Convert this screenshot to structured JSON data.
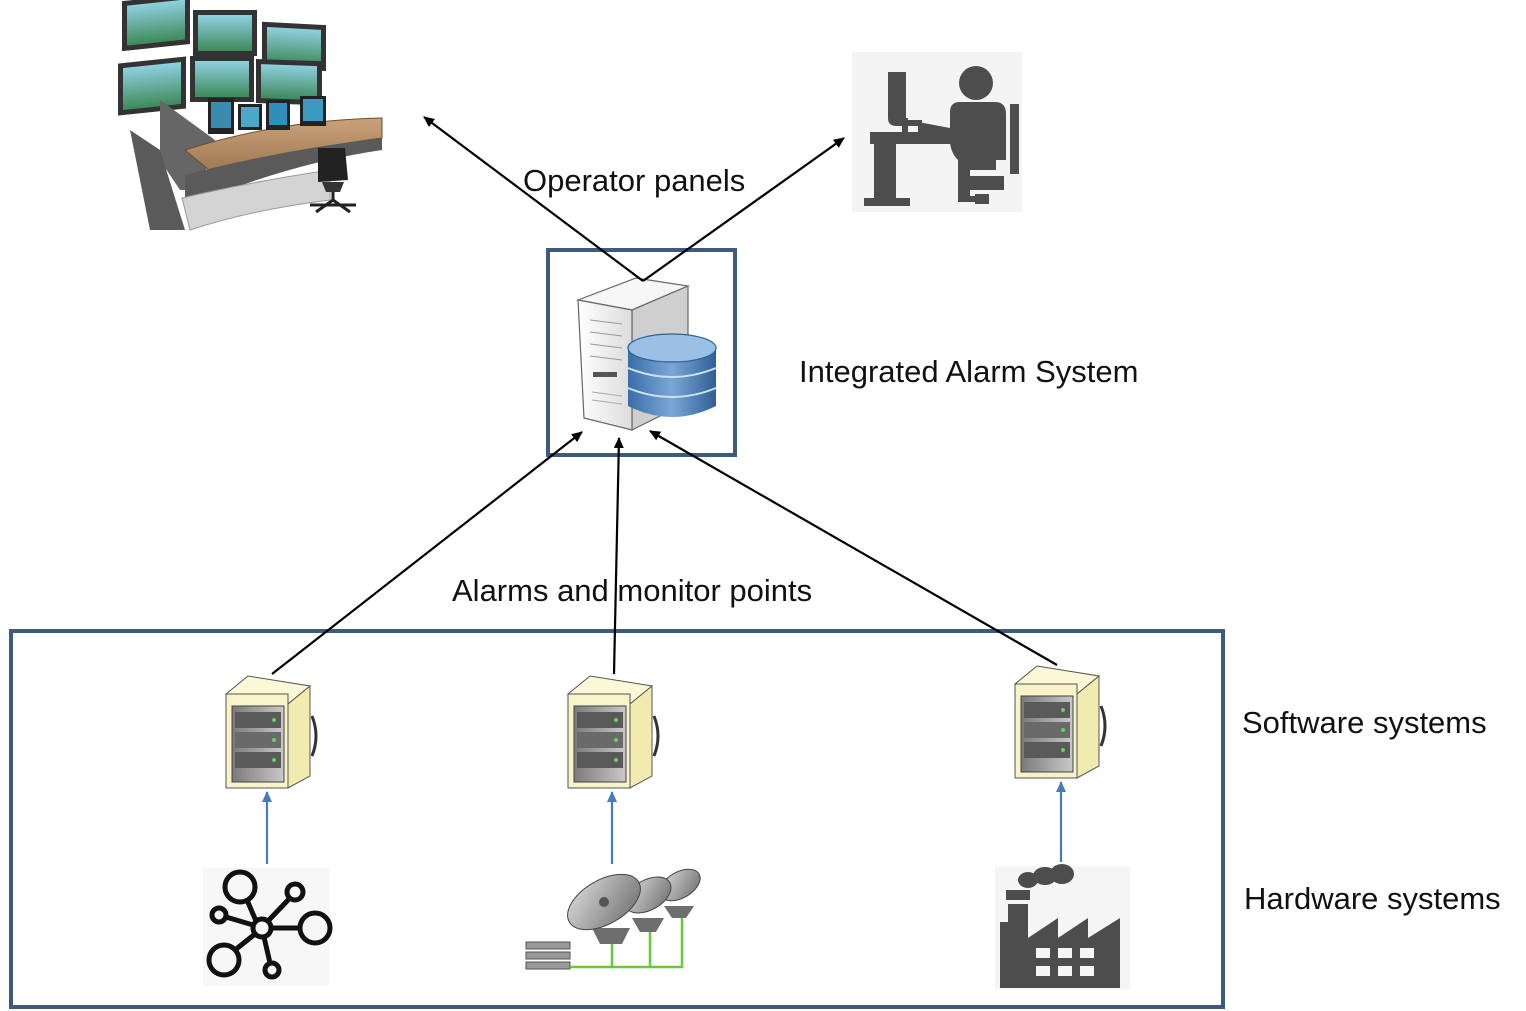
{
  "labels": {
    "operator_panels": "Operator panels",
    "integrated_alarm_system": "Integrated Alarm System",
    "alarms_and_monitor_points": "Alarms and monitor points",
    "software_systems": "Software systems",
    "hardware_systems": "Hardware systems"
  },
  "icons": {
    "control_room": "control-room-console-icon",
    "operator_workstation": "operator-at-desk-icon",
    "alarm_server": "server-with-database-icon",
    "software_server": "server-tower-icon",
    "network": "network-hub-icon",
    "antennas": "satellite-dish-array-icon",
    "factory": "factory-icon"
  },
  "colors": {
    "box_border": "#3e5a7e",
    "arrow_black": "#000000",
    "arrow_blue": "#4a7ab8",
    "server_cream": "#f4f0c4",
    "database_blue": "#4f80b8",
    "silhouette_gray": "#4d4d4d",
    "antenna_link_green": "#66cc33"
  }
}
